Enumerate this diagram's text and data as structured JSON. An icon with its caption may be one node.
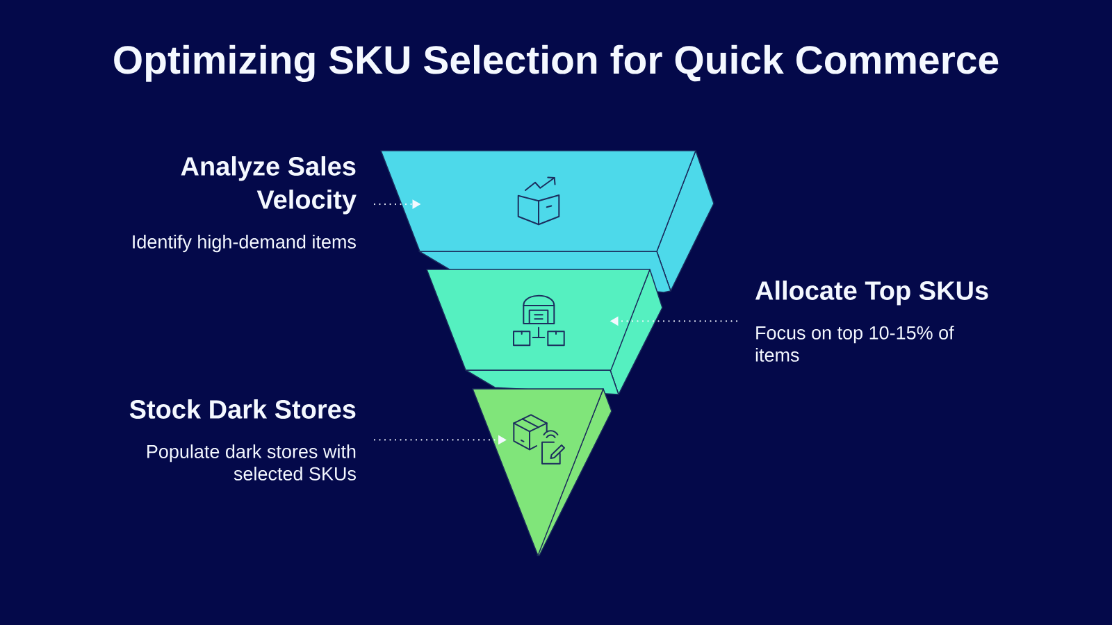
{
  "diagram": {
    "title": "Optimizing SKU Selection for Quick Commerce",
    "nodes": [
      {
        "text": [
          "Analyze Sales Velocity",
          "Identify high-demand items"
        ]
      },
      {
        "text": [],
        "shape": "trapezoid"
      },
      {
        "text": [],
        "shape": "trapezoid"
      },
      {
        "text": [
          "Allocate Top SKUs",
          "Focus on top 10-15% of items"
        ]
      },
      {
        "text": [
          "Stock Dark Stores",
          "Populate dark stores with selected SKUs"
        ]
      },
      {
        "text": [],
        "shape": "triangle"
      }
    ],
    "edges": [
      {
        "from": 0,
        "to": 1,
        "arrow": "to"
      },
      {
        "from": 3,
        "to": 2,
        "arrow": "to"
      },
      {
        "from": 4,
        "to": 5,
        "arrow": "to"
      }
    ]
  }
}
